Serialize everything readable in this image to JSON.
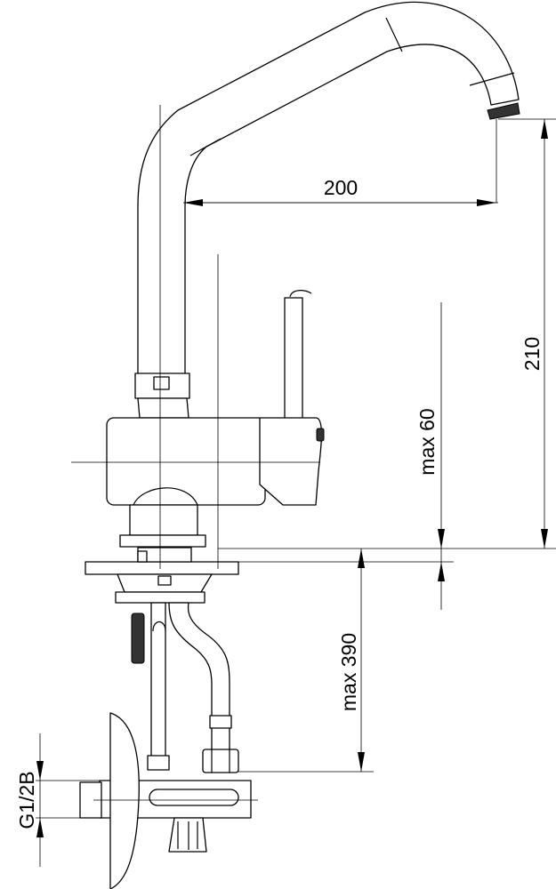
{
  "dimensions": {
    "reach": "200",
    "spout_height": "210",
    "max_counter_thickness": "max 60",
    "max_hose_length": "max 390",
    "connection_thread": "G1/2B"
  }
}
